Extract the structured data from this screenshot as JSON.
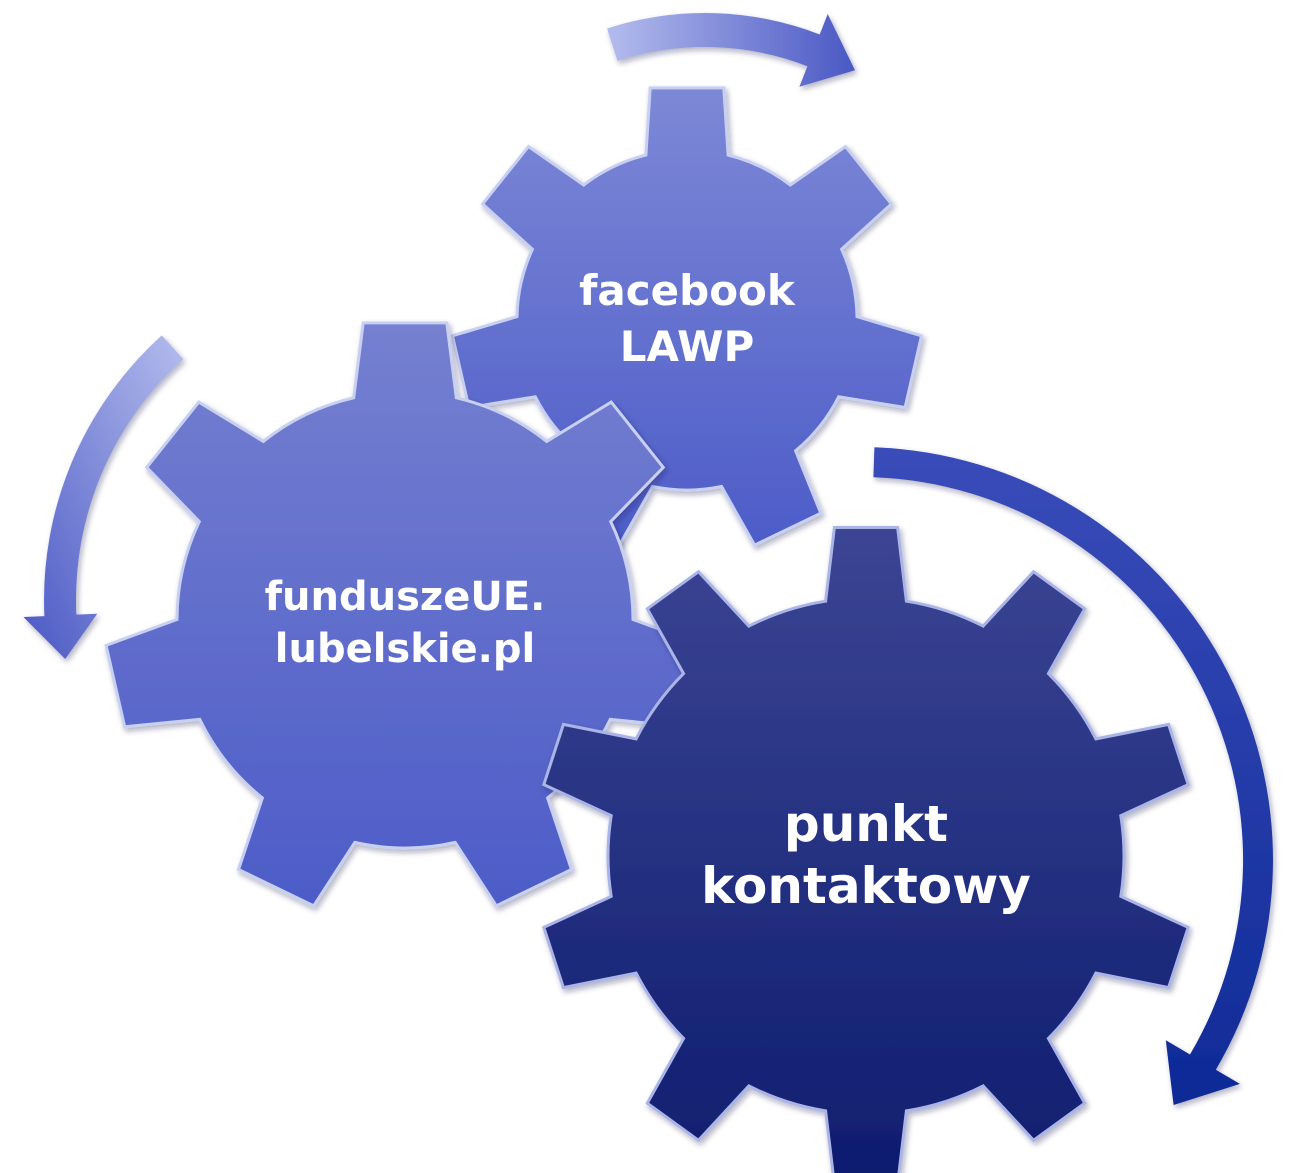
{
  "diagram": {
    "type": "gear-cycle",
    "gears": [
      {
        "id": "punkt",
        "label_lines": [
          "punkt",
          "kontaktowy"
        ],
        "fill_top": "#3c4594",
        "fill_bottom": "#0e1c6e",
        "edge": "#aab4e6"
      },
      {
        "id": "fundusze",
        "label_lines": [
          "funduszeUE.",
          "lubelskie.pl"
        ],
        "fill_top": "#7580d0",
        "fill_bottom": "#4d5cc8",
        "edge": "#c8d0f2"
      },
      {
        "id": "facebook",
        "label_lines": [
          "facebook",
          "LAWP"
        ],
        "fill_top": "#7d88d6",
        "fill_bottom": "#4d5cc8",
        "edge": "#c8d0f2"
      }
    ],
    "arrows": [
      {
        "id": "arrow-top",
        "color_start": "#b4bced",
        "color_end": "#4a58c4"
      },
      {
        "id": "arrow-left",
        "color_start": "#b4bced",
        "color_end": "#4a58c4"
      },
      {
        "id": "arrow-right",
        "color_start": "#3a4cba",
        "color_end": "#0e2a96"
      }
    ]
  }
}
